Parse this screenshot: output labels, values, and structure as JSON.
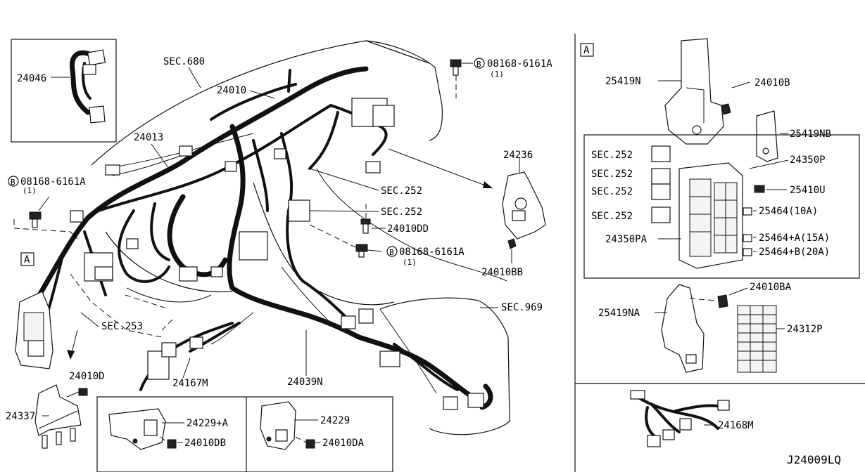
{
  "diagram_code": "J24009LQ",
  "panel_marker": "A",
  "inset_top_left": {
    "part": "24046"
  },
  "main": {
    "sec_680": "SEC.680",
    "p24010": "24010",
    "p24013": "24013",
    "bolt_top": {
      "circle": "B",
      "part": "08168-6161A",
      "qty": "(1)"
    },
    "bolt_left": {
      "circle": "B",
      "part": "08168-6161A",
      "qty": "(1)"
    },
    "bolt_mid": {
      "circle": "B",
      "part": "08168-6161A",
      "qty": "(1)"
    },
    "sec_252_a": "SEC.252",
    "sec_252_b": "SEC.252",
    "p24010DD": "24010DD",
    "p24236": "24236",
    "p24010BB": "24010BB",
    "sec_969": "SEC.969",
    "sec_253": "SEC.253",
    "p24010D": "24010D",
    "p24337": "24337",
    "p24167M": "24167M",
    "p24039N": "24039N",
    "marker_a": "A"
  },
  "bottom_boxes": {
    "left": {
      "part": "24229+A",
      "bolt": "24010DB"
    },
    "right": {
      "part": "24229",
      "bolt": "24010DA"
    }
  },
  "right_panel": {
    "p25419N": "25419N",
    "p24010B": "24010B",
    "p25419NB": "25419NB",
    "p24350P": "24350P",
    "sec_252": [
      "SEC.252",
      "SEC.252",
      "SEC.252",
      "SEC.252"
    ],
    "p25410U": "25410U",
    "p25464_10A": "25464(10A)",
    "p24350PA": "24350PA",
    "p25464A_15A": "25464+A(15A)",
    "p25464B_20A": "25464+B(20A)",
    "p24010BA": "24010BA",
    "p25419NA": "25419NA",
    "p24312P": "24312P",
    "p24168M": "24168M"
  }
}
